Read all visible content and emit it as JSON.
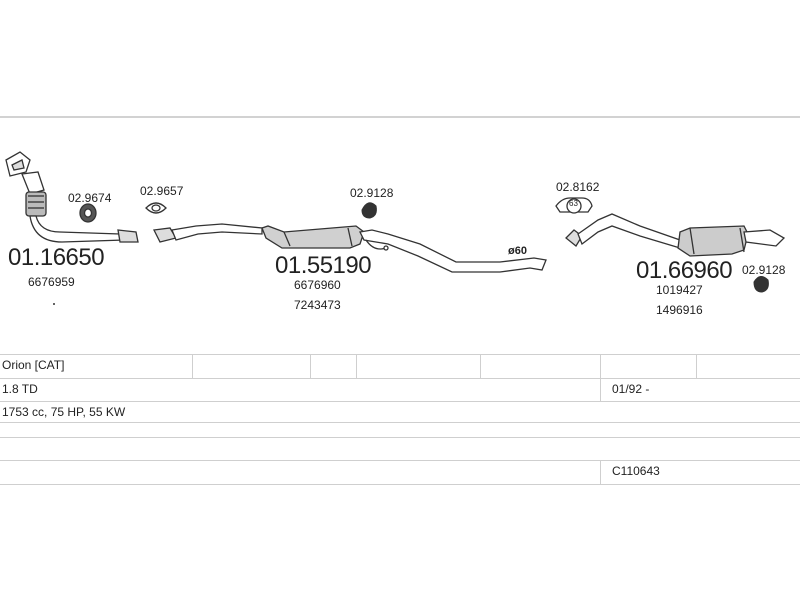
{
  "parts": {
    "downpipe": {
      "number": "01.16650",
      "oe": [
        "6676959"
      ]
    },
    "gasket_1": {
      "number": "02.9674"
    },
    "gasket_2": {
      "number": "02.9657"
    },
    "mount_1": {
      "number": "02.9128"
    },
    "mid_silencer": {
      "number": "01.55190",
      "oe": [
        "6676960",
        "7243473"
      ]
    },
    "clamp": {
      "number": "02.8162",
      "size": "63"
    },
    "rear_silencer": {
      "number": "01.66960",
      "oe": [
        "1019427",
        "1496916"
      ]
    },
    "mount_2": {
      "number": "02.9128"
    },
    "pipe_diameter": "ø60"
  },
  "vehicle": {
    "model": "Orion  [CAT]",
    "engine": "1.8 TD",
    "date": "01/92 -",
    "specs": "1753 cc, 75 HP, 55 KW",
    "code": "C110643"
  }
}
